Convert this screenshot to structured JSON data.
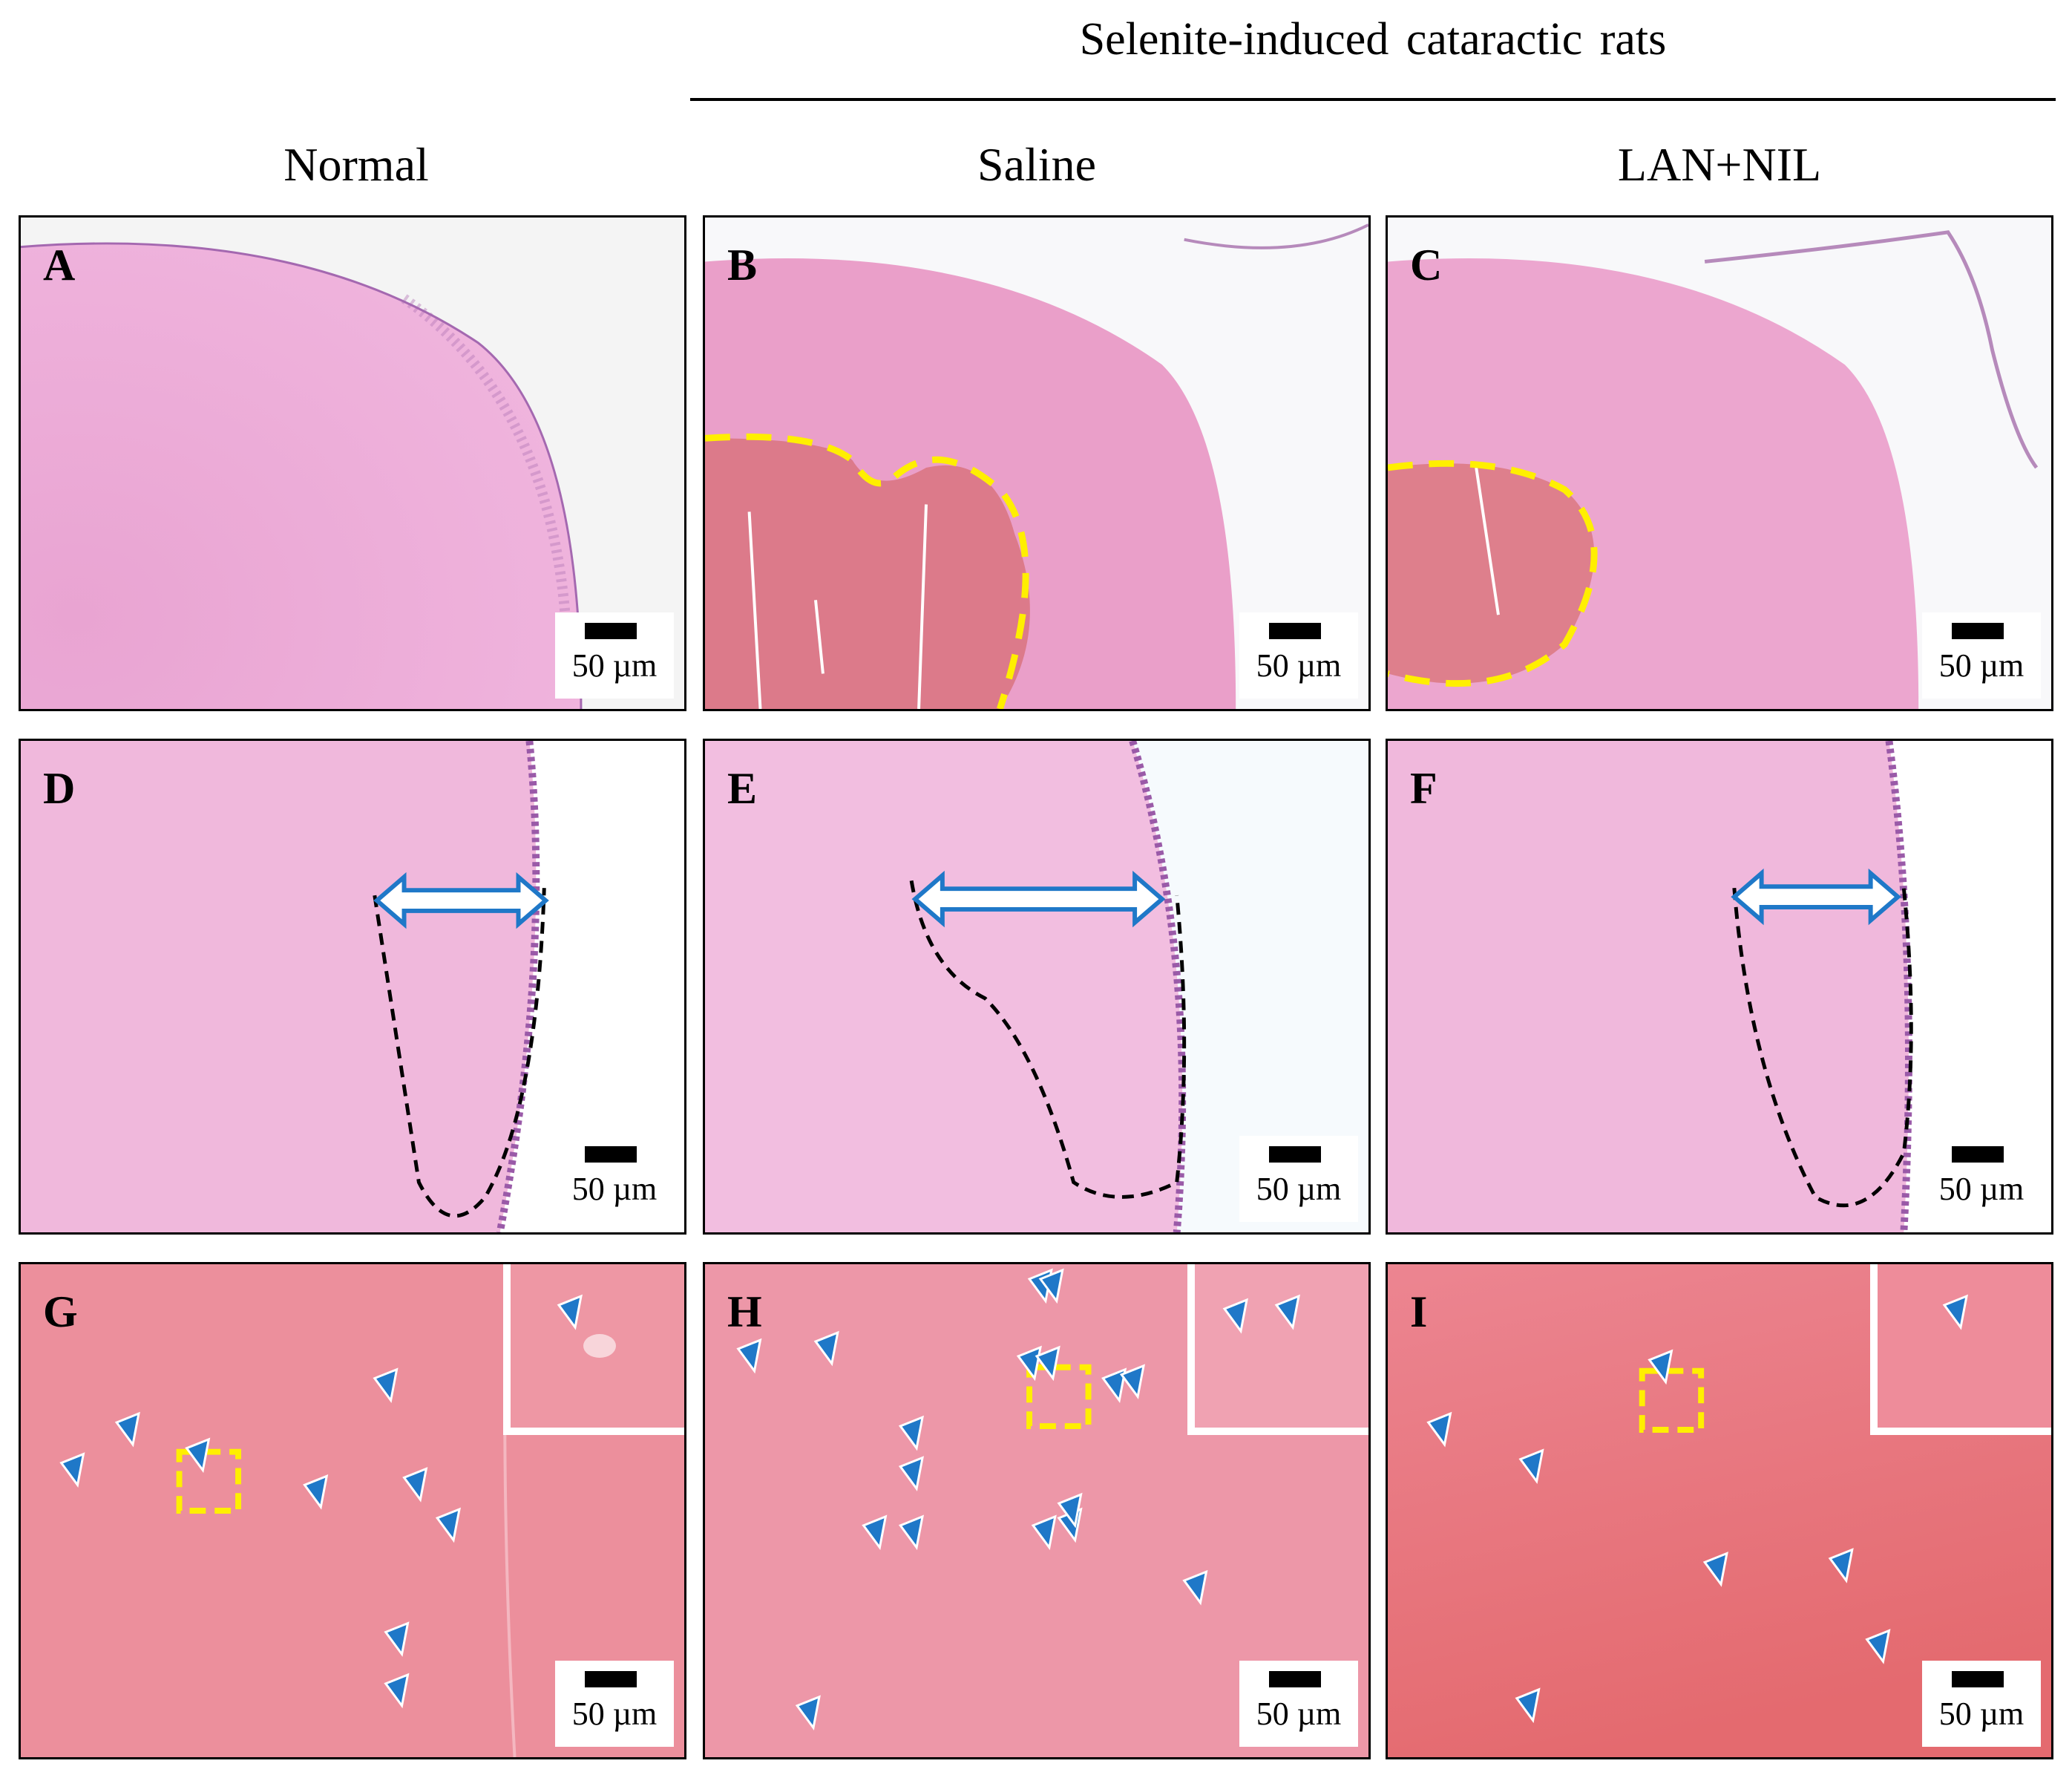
{
  "header": {
    "group_title": "Selenite-induced cataractic rats",
    "columns": [
      "Normal",
      "Saline",
      "LAN+NIL"
    ]
  },
  "panels": [
    {
      "letter": "A",
      "scale": "50 µm"
    },
    {
      "letter": "B",
      "scale": "50 µm"
    },
    {
      "letter": "C",
      "scale": "50 µm"
    },
    {
      "letter": "D",
      "scale": "50 µm"
    },
    {
      "letter": "E",
      "scale": "50 µm"
    },
    {
      "letter": "F",
      "scale": "50 µm"
    },
    {
      "letter": "G",
      "scale": "50 µm"
    },
    {
      "letter": "H",
      "scale": "50 µm"
    },
    {
      "letter": "I",
      "scale": "50 µm"
    }
  ],
  "colors": {
    "stain_light": "#f2b6dd",
    "stain_mid": "#e59cc8",
    "tissue_red": "#e76a7e",
    "annotation_yellow": "#ffef00",
    "arrow_blue": "#1f78c8",
    "outline_black": "#000000"
  },
  "annotations": {
    "dashed_region": "yellow-dashed-outline",
    "arrowhead": "blue-arrowhead-icon",
    "double_arrow": "blue-double-arrow-icon"
  }
}
